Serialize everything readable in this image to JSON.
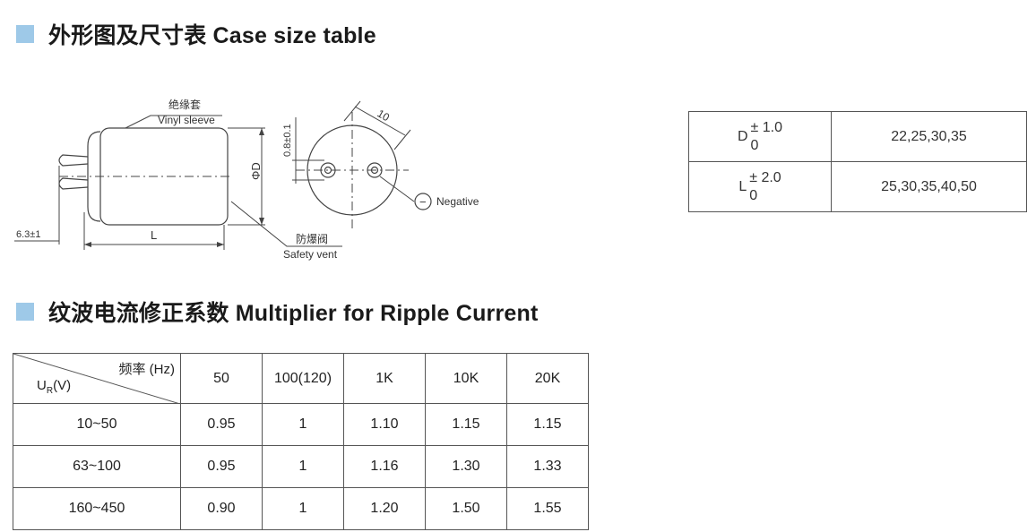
{
  "section1": {
    "title": "外形图及尺寸表  Case size table"
  },
  "drawing": {
    "vinyl_sleeve_cn": "绝缘套",
    "vinyl_sleeve_en": "Vinyl sleeve",
    "diameter_label": "ΦD",
    "length_label": "L",
    "lead_label": "6.3±1",
    "safety_vent_cn": "防爆阀",
    "safety_vent_en": "Safety vent",
    "pitch_label": "10",
    "terminal_label": "0.8±0.1",
    "negative_label": "Negative",
    "negative_symbol": "−"
  },
  "case_table": {
    "rows": [
      {
        "symbol": "D",
        "tol_upper": "± 1.0",
        "tol_lower": "0",
        "values": "22,25,30,35"
      },
      {
        "symbol": "L",
        "tol_upper": "± 2.0",
        "tol_lower": "0",
        "values": "25,30,35,40,50"
      }
    ]
  },
  "section2": {
    "title": "纹波电流修正系数 Multiplier for Ripple Current"
  },
  "ripple_table": {
    "freq_header": "频率 (Hz)",
    "voltage_header_main": "U",
    "voltage_header_sub": "R",
    "voltage_header_unit": "(V)",
    "columns": [
      "50",
      "100(120)",
      "1K",
      "10K",
      "20K"
    ],
    "rows": [
      {
        "range": "10~50",
        "values": [
          "0.95",
          "1",
          "1.10",
          "1.15",
          "1.15"
        ]
      },
      {
        "range": "63~100",
        "values": [
          "0.95",
          "1",
          "1.16",
          "1.30",
          "1.33"
        ]
      },
      {
        "range": "160~450",
        "values": [
          "0.90",
          "1",
          "1.20",
          "1.50",
          "1.55"
        ]
      }
    ]
  }
}
